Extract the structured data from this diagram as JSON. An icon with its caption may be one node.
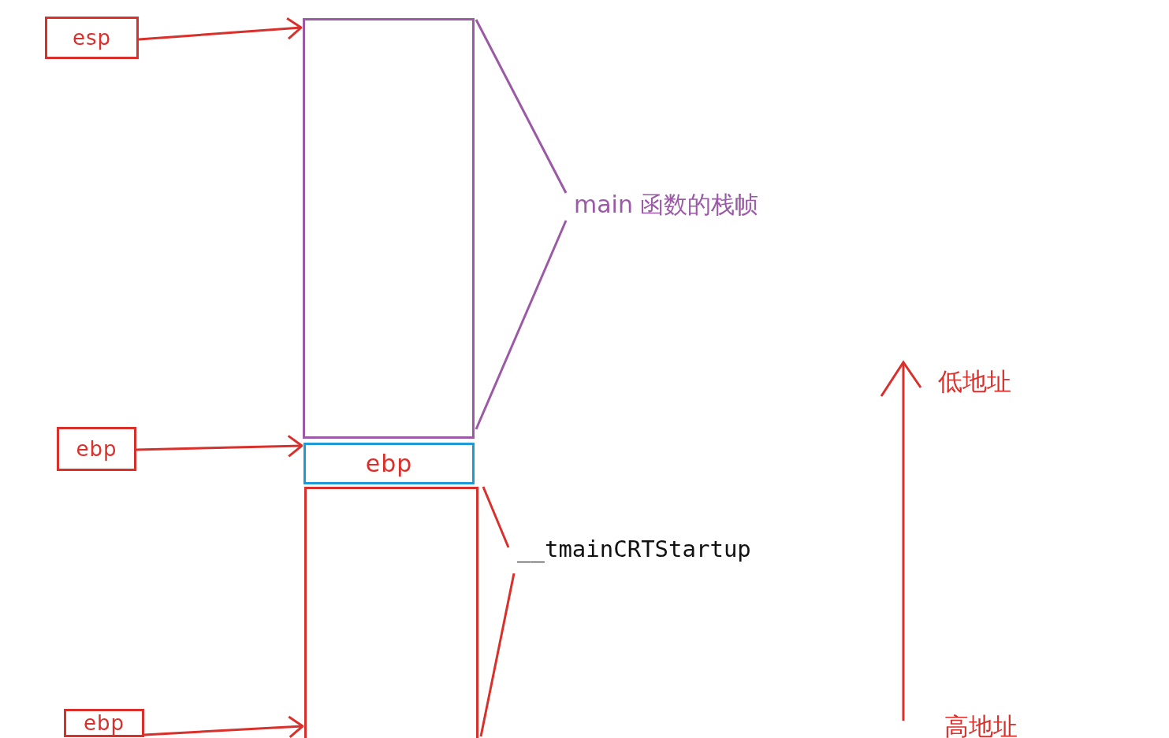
{
  "diagram": {
    "nodes": [
      {
        "text": [
          "esp"
        ]
      },
      {
        "text": [
          "ebp"
        ]
      },
      {
        "text": [
          "ebp"
        ]
      },
      {
        "text": [],
        "shape": "box"
      },
      {
        "text": [
          "ebp"
        ]
      },
      {
        "text": [],
        "shape": "box"
      }
    ],
    "edges": [
      {
        "from": 0,
        "to": 3,
        "arrow": "to"
      },
      {
        "from": 1,
        "to": 4,
        "arrow": "to"
      },
      {
        "from": 2,
        "to": 5,
        "arrow": "to"
      }
    ],
    "labels": [
      "main 函数的栈帧",
      "__tmainCRTStartup",
      "低地址",
      "高地址"
    ]
  }
}
